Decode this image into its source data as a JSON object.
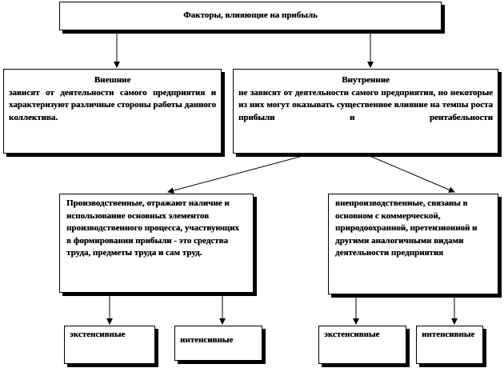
{
  "title": "Факторы, влияющие на прибыль",
  "external": {
    "heading": "Внешние",
    "text": "зависят от деятельности самого предприятия и характеризуют различные стороны работы данного коллектива."
  },
  "internal": {
    "heading": "Внутренние",
    "text": "не зависят от деятельности самого предприятия, но некоторые из них могут оказывать существенное влияние на темпы роста прибыли и рентабельности"
  },
  "production": {
    "text": "Производственные, отражают наличие и использование основных элементов производственного процесса, участвующих в формировании прибыли - это средства труда, предметы труда и сам труд."
  },
  "nonproduction": {
    "text": "внепроизводственные, связаны в основном с коммерческой, природоохранной, претензионной и другими аналогичными видами деятельности предприятия"
  },
  "leaves": {
    "extensive_1": "экстенсивные",
    "intensive_1": "интенсивные",
    "extensive_2": "экстенсивные",
    "intensive_2": "интенсивные"
  }
}
